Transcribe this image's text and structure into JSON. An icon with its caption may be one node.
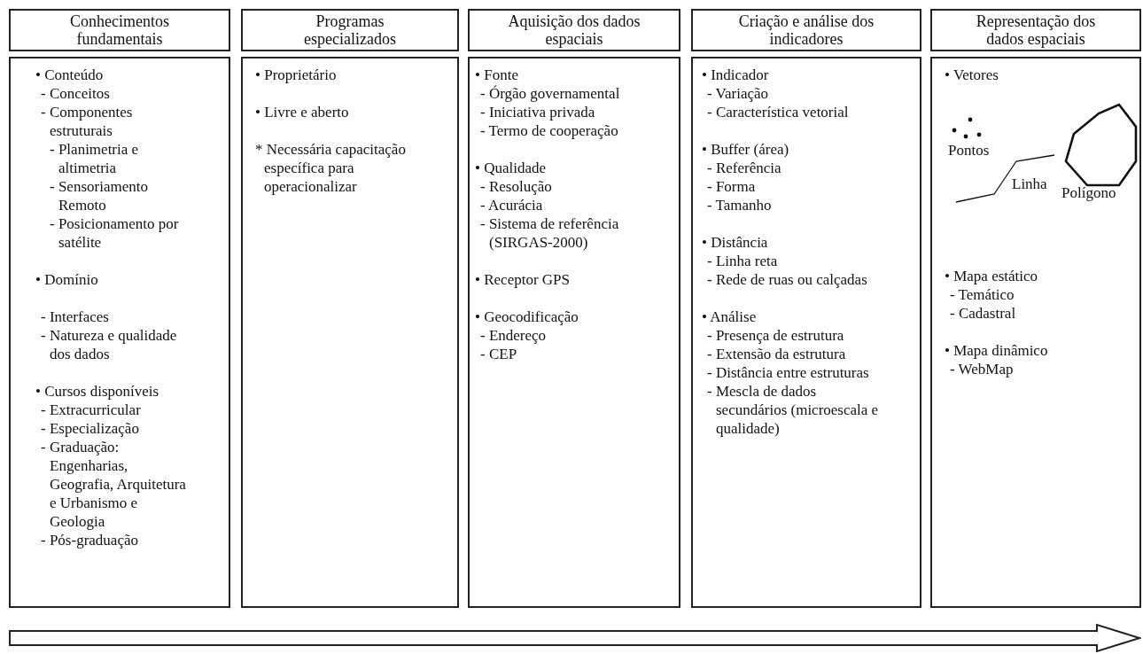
{
  "diagram": {
    "nodes": [
      {
        "text": [
          "Conhecimentos fundamentais"
        ]
      },
      {
        "text": [
          "• Conteúdo",
          "- Conceitos",
          "- Componentes estruturais",
          "- Planimetria e altimetria",
          "- Sensoriamento Remoto",
          "- Posicionamento por satélite",
          "• Domínio",
          "- Interfaces",
          "- Natureza e qualidade dos dados",
          "• Cursos disponíveis",
          "- Extracurricular",
          "- Especialização",
          "- Graduação: Engenharias, Geografia, Arquitetura e Urbanismo e Geologia",
          "- Pós-graduação"
        ]
      },
      {
        "text": [
          "Programas especializados"
        ]
      },
      {
        "text": [
          "• Proprietário",
          "• Livre e aberto",
          "* Necessária capacitação específica para operacionalizar"
        ]
      },
      {
        "text": [
          "Aquisição dos dados espaciais"
        ]
      },
      {
        "text": [
          "• Fonte",
          "- Órgão governamental",
          "- Iniciativa privada",
          "- Termo de cooperação",
          "• Qualidade",
          "- Resolução",
          "- Acurácia",
          "- Sistema de referência (SIRGAS-2000)",
          "• Receptor GPS",
          "• Geocodificação",
          "- Endereço",
          "- CEP"
        ]
      },
      {
        "text": [
          "Criação e análise dos indicadores"
        ]
      },
      {
        "text": [
          "• Indicador",
          "- Variação",
          "- Característica vetorial",
          "• Buffer (área)",
          "- Referência",
          "- Forma",
          "- Tamanho",
          "• Distância",
          "- Linha reta",
          "- Rede de ruas ou calçadas",
          "• Análise",
          "- Presença de estrutura",
          "- Extensão da estrutura",
          "- Distância entre estruturas",
          "- Mescla de dados secundários (microescala e qualidade)"
        ]
      },
      {
        "text": [
          "Representação dos dados espaciais"
        ]
      },
      {
        "text": [
          "• Vetores",
          "• Mapa estático",
          "- Temático",
          "- Cadastral",
          "• Mapa dinâmico",
          "- WebMap"
        ]
      }
    ],
    "labels": [
      "Pontos",
      "Linha",
      "Polígono"
    ]
  }
}
